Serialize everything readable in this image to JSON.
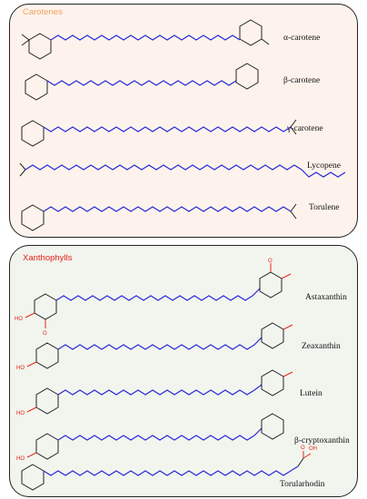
{
  "panels": [
    {
      "title": "Carotenes",
      "title_color": "#f4a15d",
      "fill": "#fdf3ec",
      "molecules": [
        "α-carotene",
        "β-carotene",
        "γ-carotene",
        "Lycopene",
        "Torulene"
      ]
    },
    {
      "title": "Xanthophylls",
      "title_color": "#e8221a",
      "fill": "#f1f5ee",
      "molecules": [
        "Astaxanthin",
        "Zeaxanthin",
        "Lutein",
        "β-cryptoxanthin",
        "Torularhodin"
      ]
    }
  ],
  "atom_labels": {
    "hydroxyl": "HO",
    "hydroxyl_right": "OH",
    "oxygen": "O"
  },
  "colors": {
    "bond": "#2b2bd6",
    "heteroatom": "#e8221a",
    "terminal": "#222222"
  }
}
